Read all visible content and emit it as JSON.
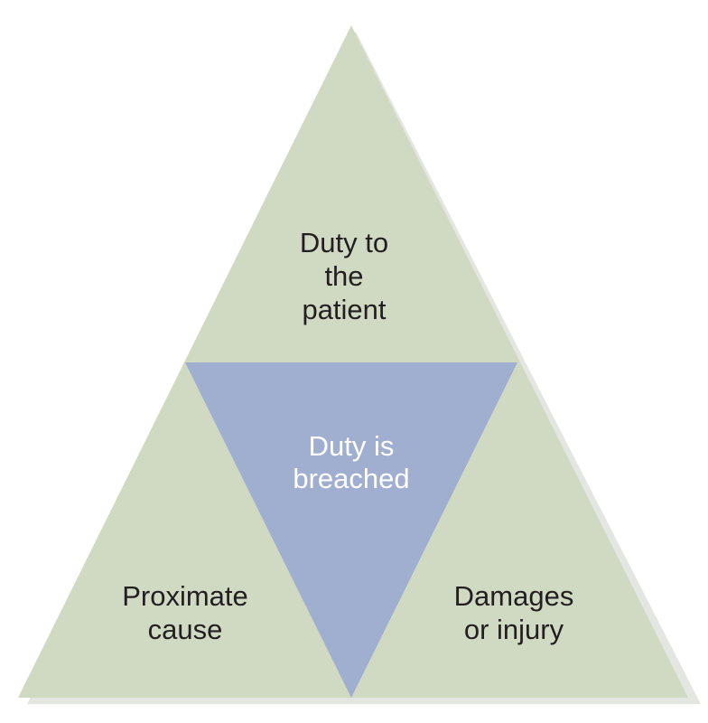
{
  "colors": {
    "outer_fill": "#d0dac3",
    "outer_shadow": "#e4e6e1",
    "inner_fill": "#a0aed0",
    "dark_text": "#231f20",
    "light_text": "#ffffff"
  },
  "sections": {
    "top": {
      "lines": [
        "Duty to",
        "the",
        "patient"
      ]
    },
    "center": {
      "lines": [
        "Duty is",
        "breached"
      ]
    },
    "left": {
      "lines": [
        "Proximate",
        "cause"
      ]
    },
    "right": {
      "lines": [
        "Damages",
        "or injury"
      ]
    }
  }
}
